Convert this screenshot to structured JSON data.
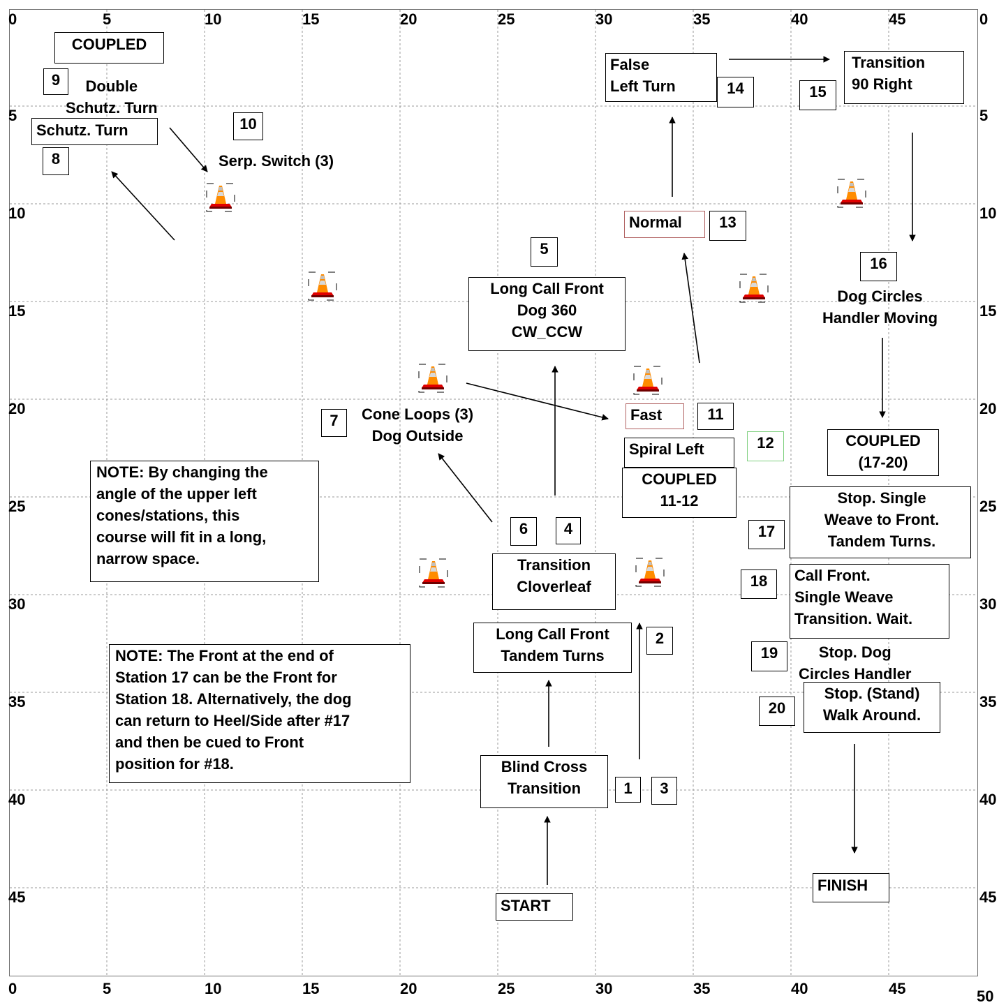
{
  "axes": {
    "top": [
      "0",
      "5",
      "10",
      "15",
      "20",
      "25",
      "30",
      "35",
      "40",
      "45",
      "0"
    ],
    "bottom": [
      "0",
      "5",
      "10",
      "15",
      "20",
      "25",
      "30",
      "35",
      "40",
      "45",
      "50"
    ],
    "left": [
      "5",
      "10",
      "15",
      "20",
      "25",
      "30",
      "35",
      "40",
      "45"
    ],
    "right": [
      "5",
      "10",
      "15",
      "20",
      "25",
      "30",
      "35",
      "40",
      "45"
    ],
    "top_left": "0",
    "bottom_left": "0"
  },
  "labels": {
    "coupled_top": "COUPLED",
    "double_schutz": "Double\nSchutz. Turn",
    "schutz_turn": "Schutz. Turn",
    "serp_switch": "Serp. Switch (3)",
    "false_left_turn": "False\nLeft Turn",
    "transition_90_right": "Transition\n90 Right",
    "normal": "Normal",
    "long_call_front_360": "Long Call Front\nDog 360\nCW_CCW",
    "dog_circles_handler_moving": "Dog Circles\nHandler Moving",
    "cone_loops": "Cone Loops (3)\nDog Outside",
    "fast": "Fast",
    "spiral_left": "Spiral Left",
    "coupled_11_12": "COUPLED\n11-12",
    "coupled_17_20": "COUPLED\n(17-20)",
    "note_angle": "NOTE: By changing the\nangle of the upper left\ncones/stations, this\ncourse will fit in a long,\nnarrow space.",
    "stop_single_weave": "Stop. Single\nWeave to Front.\nTandem Turns.",
    "transition_cloverleaf": "Transition\nCloverleaf",
    "call_front_single_weave": "Call Front.\nSingle Weave\nTransition. Wait.",
    "long_call_front_tandem": "Long Call Front\nTandem Turns",
    "note_front": "NOTE: The Front at the end of\nStation 17 can be the Front for\nStation 18. Alternatively, the dog\ncan return to Heel/Side after #17\nand then be cued to Front\nposition for #18.",
    "stop_dog_circles": "Stop. Dog\nCircles Handler",
    "stop_stand": "Stop. (Stand)\nWalk Around.",
    "blind_cross": "Blind Cross\nTransition",
    "start": "START",
    "finish": "FINISH"
  },
  "stations": {
    "s1": "1",
    "s2": "2",
    "s3": "3",
    "s4": "4",
    "s5": "5",
    "s6": "6",
    "s7": "7",
    "s8": "8",
    "s9": "9",
    "s10": "10",
    "s11": "11",
    "s12": "12",
    "s13": "13",
    "s14": "14",
    "s15": "15",
    "s16": "16",
    "s17": "17",
    "s18": "18",
    "s19": "19",
    "s20": "20"
  },
  "colors": {
    "grid": "#909090",
    "cone_orange": "#ff8c00",
    "cone_red": "#e00000",
    "normal_border": "#b06060",
    "station12_border": "#7fd07f"
  }
}
